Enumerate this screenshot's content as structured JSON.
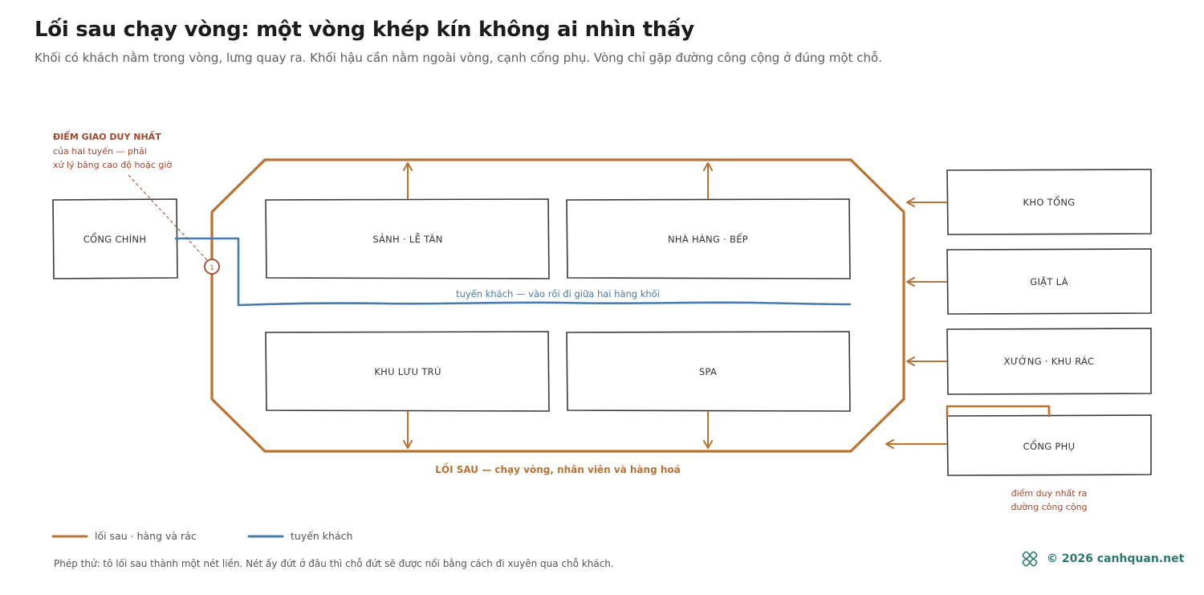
{
  "header": {
    "title": "Lối sau chạy vòng: một vòng khép kín không ai nhìn thấy",
    "subtitle": "Khối có khách nằm trong vòng, lưng quay ra. Khối hậu cần nằm ngoài vòng, cạnh cổng phụ. Vòng chỉ gặp đường công cộng ở đúng một chỗ."
  },
  "colors": {
    "service": "#b87333",
    "guest": "#4a7aa5",
    "note": "#a0472d",
    "box_stroke": "#3a3a3a",
    "brand": "#2a7a6e"
  },
  "diagram": {
    "main_gate": "CỔNG CHÍNH",
    "inner_blocks": [
      "SẢNH · LỄ TÂN",
      "NHÀ HÀNG · BẾP",
      "KHU LƯU TRÚ",
      "SPA"
    ],
    "outer_blocks": [
      "KHO TỔNG",
      "GIẶT LÀ",
      "XƯỞNG · KHU RÁC",
      "CỔNG PHỤ"
    ],
    "guest_route_label": "tuyến khách — vào rồi đi giữa hai hàng khối",
    "loop_label": "LỐI SAU — chạy vòng, nhân viên và hàng hoá",
    "crossing_marker": "1",
    "crossing_note": {
      "title": "ĐIỂM GIAO DUY NHẤT",
      "line1": "của hai tuyến — phải",
      "line2": "xử lý bằng cao độ hoặc giờ"
    },
    "public_note": {
      "line1": "điểm duy nhất ra",
      "line2": "đường công cộng"
    }
  },
  "legend": {
    "service": "lối sau · hàng và rác",
    "guest": "tuyến khách"
  },
  "footnote": "Phép thử: tô lối sau thành một nét liền. Nét ấy đứt ở đâu thì chỗ đứt sẽ được nối bằng cách đi xuyên qua chỗ khách.",
  "brand": {
    "text": "© 2026 canhquan.net",
    "icon": "knot-logo-icon"
  }
}
